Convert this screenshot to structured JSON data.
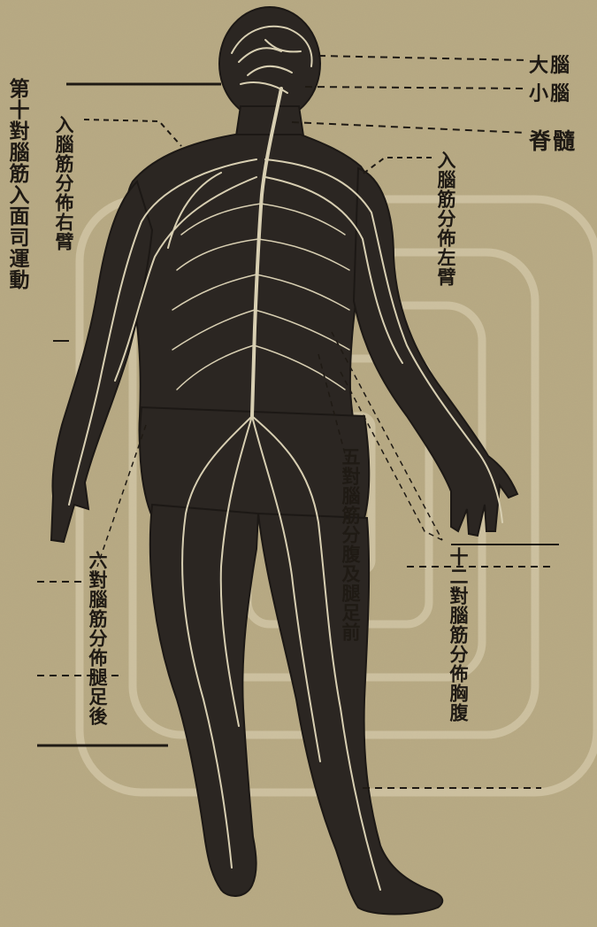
{
  "colors": {
    "paper": "#b9ab84",
    "ink": "#1f1a14",
    "body_ink": "#2b2622",
    "nerve": "#d8cfb2",
    "stamp": "#e6dcc2"
  },
  "labels": {
    "cerebrum": "大腦",
    "cerebellum": "小腦",
    "spinal_cord": "脊髓",
    "cranial_nerves": "第十對腦筋入面司運動",
    "nerves_right_arm": "入腦筋分佈右臂",
    "nerves_left_arm": "入腦筋分佈左臂",
    "nerves_abdomen_leg_front": "五對腦筋分腹及腿足前",
    "nerves_chest_abdomen": "十二對腦筋分佈胸腹",
    "nerves_leg_back": "六對腦筋分佈腿足後"
  }
}
